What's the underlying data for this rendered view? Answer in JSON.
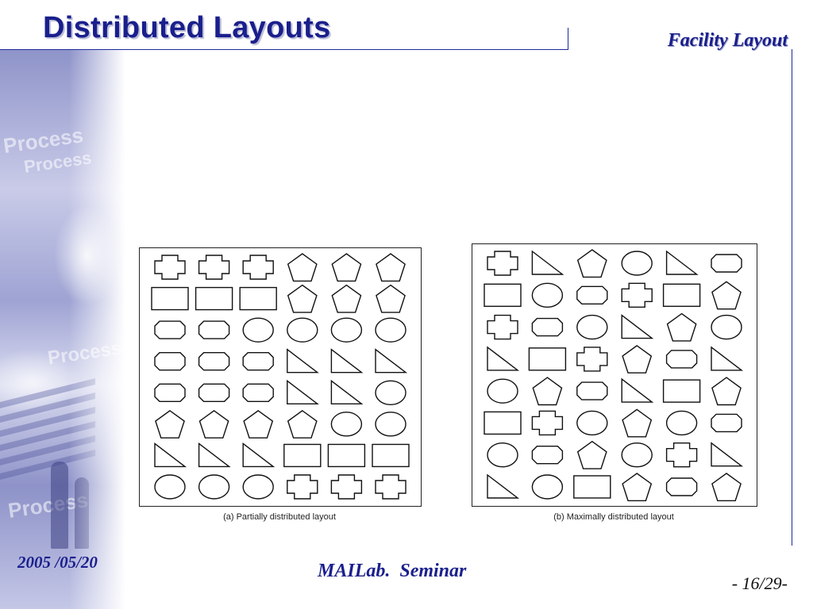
{
  "slide": {
    "title": "Distributed Layouts",
    "header_right": "Facility Layout",
    "footer_date": "2005 /05/20",
    "footer_center": "MAILab.  Seminar",
    "page_number": "- 16/29-"
  },
  "diagrams": [
    {
      "caption": "(a) Partially distributed layout",
      "rows": [
        [
          "cross",
          "cross",
          "cross",
          "pentagon",
          "pentagon",
          "pentagon"
        ],
        [
          "rectangle",
          "rectangle",
          "rectangle",
          "pentagon",
          "pentagon",
          "pentagon"
        ],
        [
          "octagon",
          "octagon",
          "circle",
          "circle",
          "circle",
          "circle"
        ],
        [
          "octagon",
          "octagon",
          "octagon",
          "triangle",
          "triangle",
          "triangle"
        ],
        [
          "octagon",
          "octagon",
          "octagon",
          "triangle",
          "triangle",
          "circle"
        ],
        [
          "pentagon",
          "pentagon",
          "pentagon",
          "pentagon",
          "circle",
          "circle"
        ],
        [
          "triangle",
          "triangle",
          "triangle",
          "rectangle",
          "rectangle",
          "rectangle"
        ],
        [
          "circle",
          "circle",
          "circle",
          "cross",
          "cross",
          "cross"
        ]
      ]
    },
    {
      "caption": "(b) Maximally distributed layout",
      "rows": [
        [
          "cross",
          "triangle",
          "pentagon",
          "circle",
          "triangle",
          "octagon"
        ],
        [
          "rectangle",
          "circle",
          "octagon",
          "cross",
          "rectangle",
          "pentagon"
        ],
        [
          "cross",
          "octagon",
          "circle",
          "triangle",
          "pentagon",
          "circle"
        ],
        [
          "triangle",
          "rectangle",
          "cross",
          "pentagon",
          "octagon",
          "triangle"
        ],
        [
          "circle",
          "pentagon",
          "octagon",
          "triangle",
          "rectangle",
          "pentagon"
        ],
        [
          "rectangle",
          "cross",
          "circle",
          "pentagon",
          "circle",
          "octagon"
        ],
        [
          "circle",
          "octagon",
          "pentagon",
          "circle",
          "cross",
          "triangle"
        ],
        [
          "triangle",
          "circle",
          "rectangle",
          "pentagon",
          "octagon",
          "pentagon"
        ]
      ]
    }
  ]
}
